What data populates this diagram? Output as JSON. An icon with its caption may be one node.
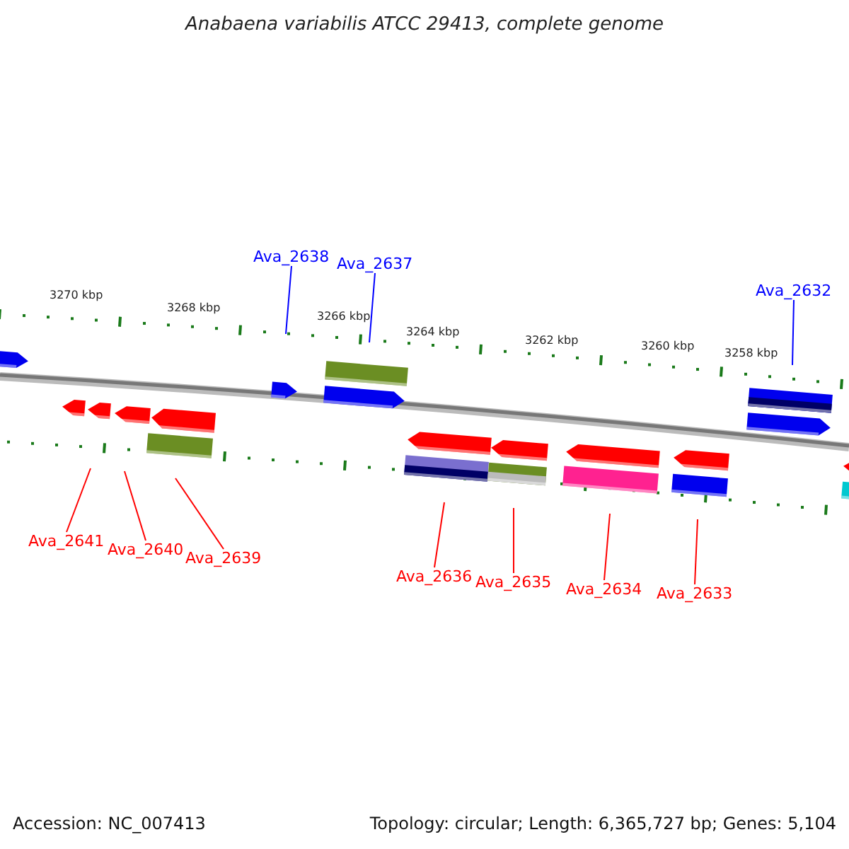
{
  "diagram": {
    "title": "Anabaena variabilis ATCC 29413, complete genome",
    "nodes": [
      {
        "text": [
          "Ava_2638"
        ]
      },
      {
        "text": [
          "Ava_2637"
        ]
      },
      {
        "text": [
          "Ava_2632"
        ]
      },
      {
        "text": [
          "Ava_2641"
        ]
      },
      {
        "text": [
          "Ava_2640"
        ]
      },
      {
        "text": [
          "Ava_2639"
        ]
      },
      {
        "text": [
          "Ava_2636"
        ]
      },
      {
        "text": [
          "Ava_2635"
        ]
      },
      {
        "text": [
          "Ava_2634"
        ]
      },
      {
        "text": [
          "Ava_2633"
        ]
      }
    ],
    "edges": [
      {
        "from": 0,
        "to": null,
        "arrow": "none",
        "color": "#0000ff"
      },
      {
        "from": 1,
        "to": null,
        "arrow": "none",
        "color": "#0000ff"
      },
      {
        "from": 2,
        "to": null,
        "arrow": "none",
        "color": "#0000ff"
      },
      {
        "from": 3,
        "to": null,
        "arrow": "none"
      },
      {
        "from": 4,
        "to": null,
        "arrow": "none"
      },
      {
        "from": 5,
        "to": null,
        "arrow": "none"
      },
      {
        "from": 6,
        "to": null,
        "arrow": "none"
      },
      {
        "from": 7,
        "to": null,
        "arrow": "none"
      },
      {
        "from": 8,
        "to": null,
        "arrow": "none"
      },
      {
        "from": 9,
        "to": null,
        "arrow": "none"
      }
    ],
    "labels": [
      "3270 kbp",
      "3268 kbp",
      "3266 kbp",
      "3264 kbp",
      "3262 kbp",
      "3260 kbp",
      "3258 kbp",
      "Accession: NC_007413",
      "Topology: circular; Length: 6,365,727 bp; Genes: 5,104"
    ]
  }
}
